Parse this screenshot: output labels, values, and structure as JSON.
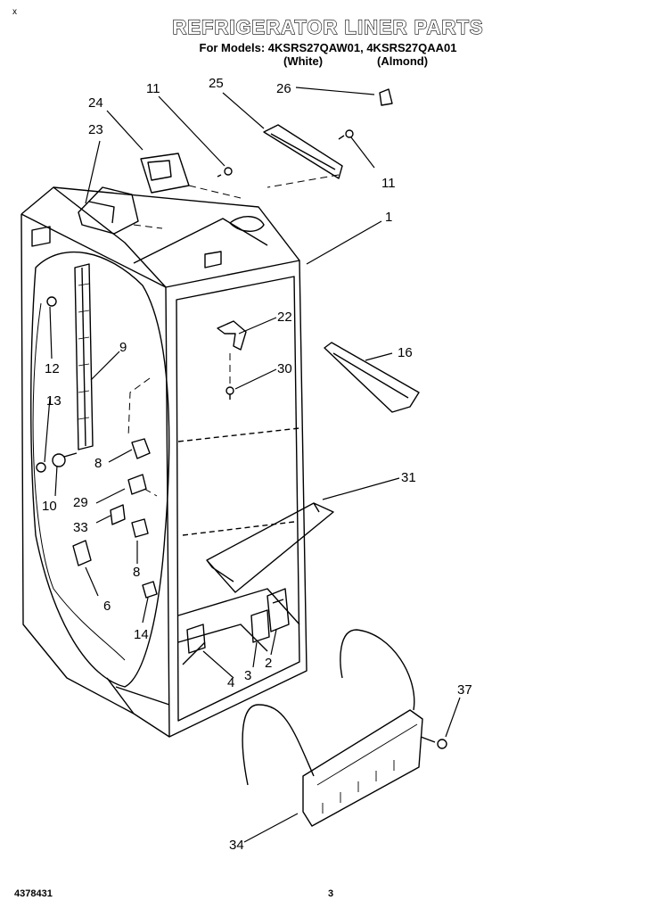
{
  "header": {
    "corner_mark": "x",
    "title": "REFRIGERATOR LINER PARTS",
    "models": "For Models: 4KSRS27QAW01, 4KSRS27QAA01",
    "variant_white": "(White)",
    "variant_almond": "(Almond)"
  },
  "callouts": [
    "1",
    "2",
    "3",
    "4",
    "6",
    "8",
    "8",
    "9",
    "10",
    "11",
    "11",
    "12",
    "13",
    "14",
    "16",
    "22",
    "23",
    "24",
    "25",
    "26",
    "29",
    "30",
    "31",
    "33",
    "34",
    "37"
  ],
  "footer": {
    "part_number": "4378431",
    "page_number": "3"
  }
}
